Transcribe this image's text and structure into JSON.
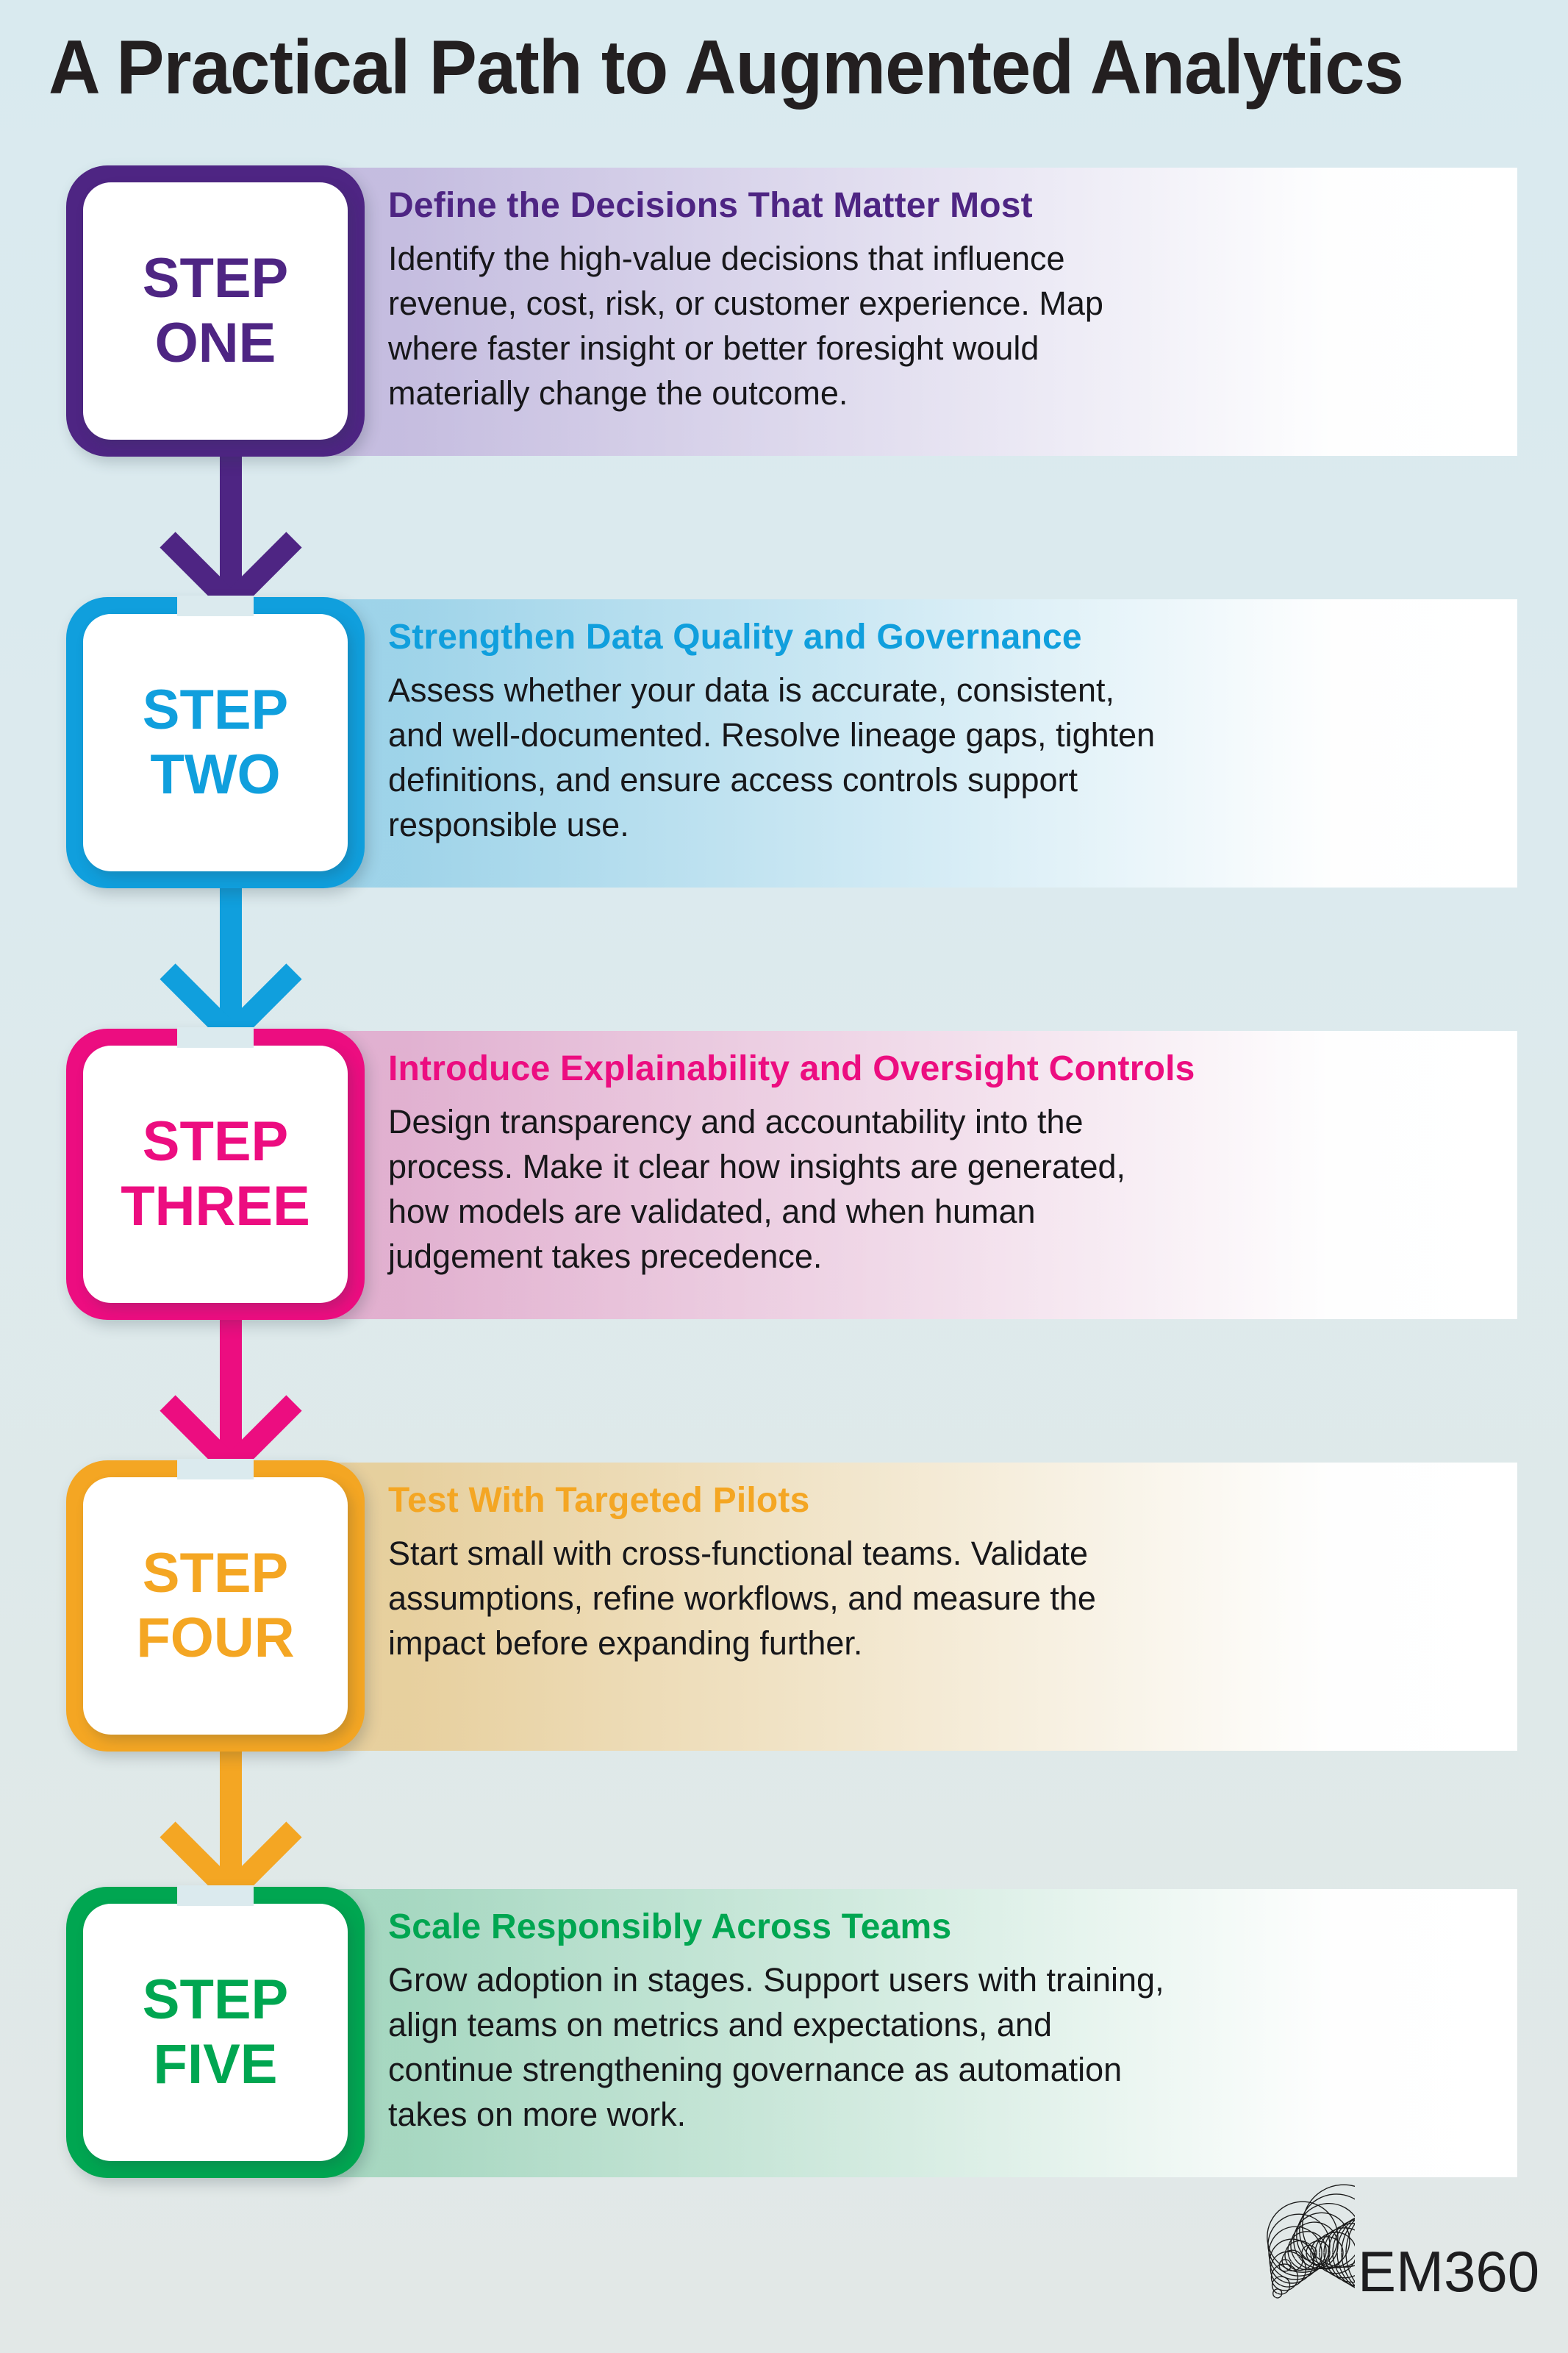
{
  "title": "A Practical Path to Augmented Analytics",
  "background": {
    "top_color": "#d9eaef",
    "bottom_color": "#e2e8e7"
  },
  "steps": [
    {
      "badge_line1": "STEP",
      "badge_line2": "ONE",
      "heading": "Define the Decisions That Matter Most",
      "body": "Identify the high-value decisions that influence\nrevenue, cost, risk, or customer experience. Map\nwhere faster insight or better foresight would\nmaterially change the outcome.",
      "color": "#4e2583",
      "band_tint": "rgba(136, 60, 181, 0.26)"
    },
    {
      "badge_line1": "STEP",
      "badge_line2": "TWO",
      "heading": "Strengthen Data Quality and Governance",
      "body": "Assess whether your data is accurate, consistent,\nand well-documented. Resolve lineage gaps, tighten\ndefinitions, and ensure access controls support\nresponsible use.",
      "color": "#109fdd",
      "band_tint": "rgba(16, 159, 221, 0.30)"
    },
    {
      "badge_line1": "STEP",
      "badge_line2": "THREE",
      "heading": "Introduce Explainability and Oversight Controls",
      "body": "Design transparency and accountability into the\nprocess. Make it clear how insights are generated,\nhow models are validated, and when human\njudgement takes precedence.",
      "color": "#ec0d80",
      "band_tint": "rgba(236, 13, 128, 0.26)"
    },
    {
      "badge_line1": "STEP",
      "badge_line2": "FOUR",
      "heading": "Test With Targeted Pilots",
      "body": "Start small with cross-functional teams. Validate\nassumptions, refine workflows, and measure the\nimpact before expanding further.",
      "color": "#f4a623",
      "band_tint": "rgba(244, 166, 35, 0.38)"
    },
    {
      "badge_line1": "STEP",
      "badge_line2": "FIVE",
      "heading": "Scale Responsibly Across Teams",
      "body": "Grow adoption in stages. Support users with training,\nalign teams on metrics and expectations, and\ncontinue strengthening governance as automation\ntakes on more work.",
      "color": "#00a651",
      "band_tint": "rgba(0, 166, 81, 0.26)"
    }
  ],
  "logo": {
    "name": "EM360",
    "mark": "em360-concentric-arcs-mark"
  }
}
